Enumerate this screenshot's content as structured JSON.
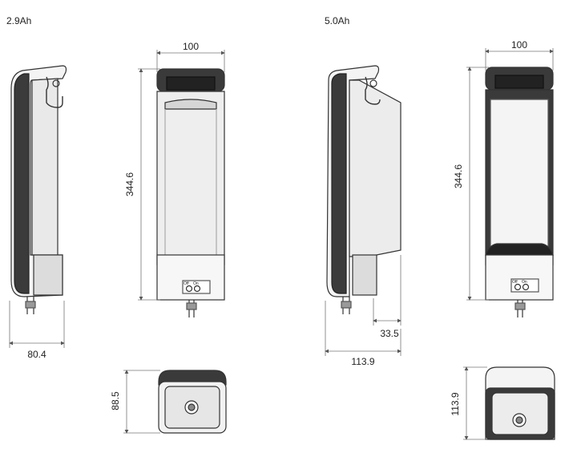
{
  "variants": [
    {
      "label": "2.9Ah",
      "side_width": "80.4",
      "front_width": "100",
      "height": "344.6",
      "bottom_depth": "88.5",
      "switch": {
        "off": "Off",
        "on": "On"
      }
    },
    {
      "label": "5.0Ah",
      "side_width": "113.9",
      "side_step": "33.5",
      "front_width": "100",
      "height": "344.6",
      "bottom_depth": "113.9",
      "switch": {
        "off": "Off",
        "on": "On"
      }
    }
  ]
}
